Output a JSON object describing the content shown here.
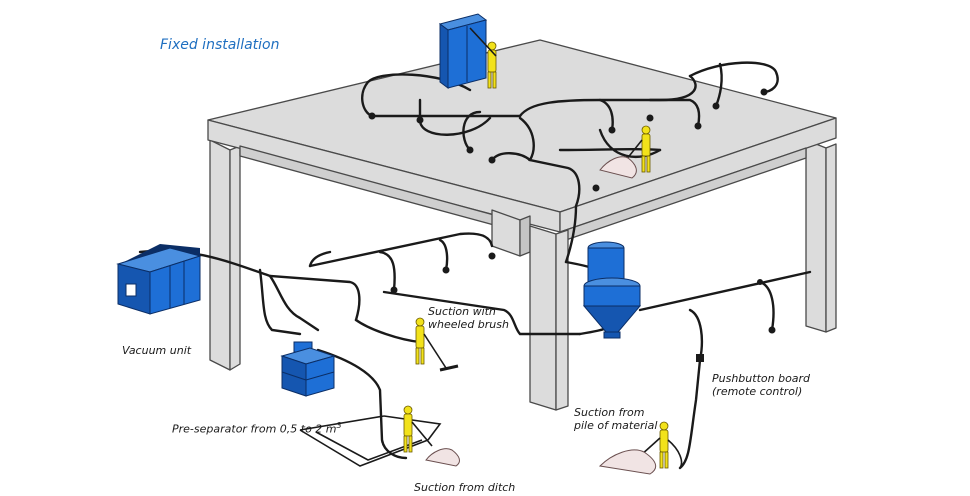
{
  "title": "Fixed installation",
  "labels": {
    "vacuum_unit": "Vacuum unit",
    "wheeled_brush_1": "Suction with",
    "wheeled_brush_2": "wheeled brush",
    "pre_separator": "Pre-separator from 0,5 to 2 m",
    "pre_separator_sup": "3",
    "pushbutton_1": "Pushbutton board",
    "pushbutton_2": "(remote control)",
    "pile_1": "Suction from",
    "pile_2": "pile of material",
    "ditch": "Suction from ditch"
  },
  "colors": {
    "equipment_blue": "#1e6fd6",
    "worker_yellow": "#f2e21b",
    "structure_gray": "#dcdcdc",
    "pipe": "#1a1a1a",
    "title_blue": "#1f6fc0"
  }
}
